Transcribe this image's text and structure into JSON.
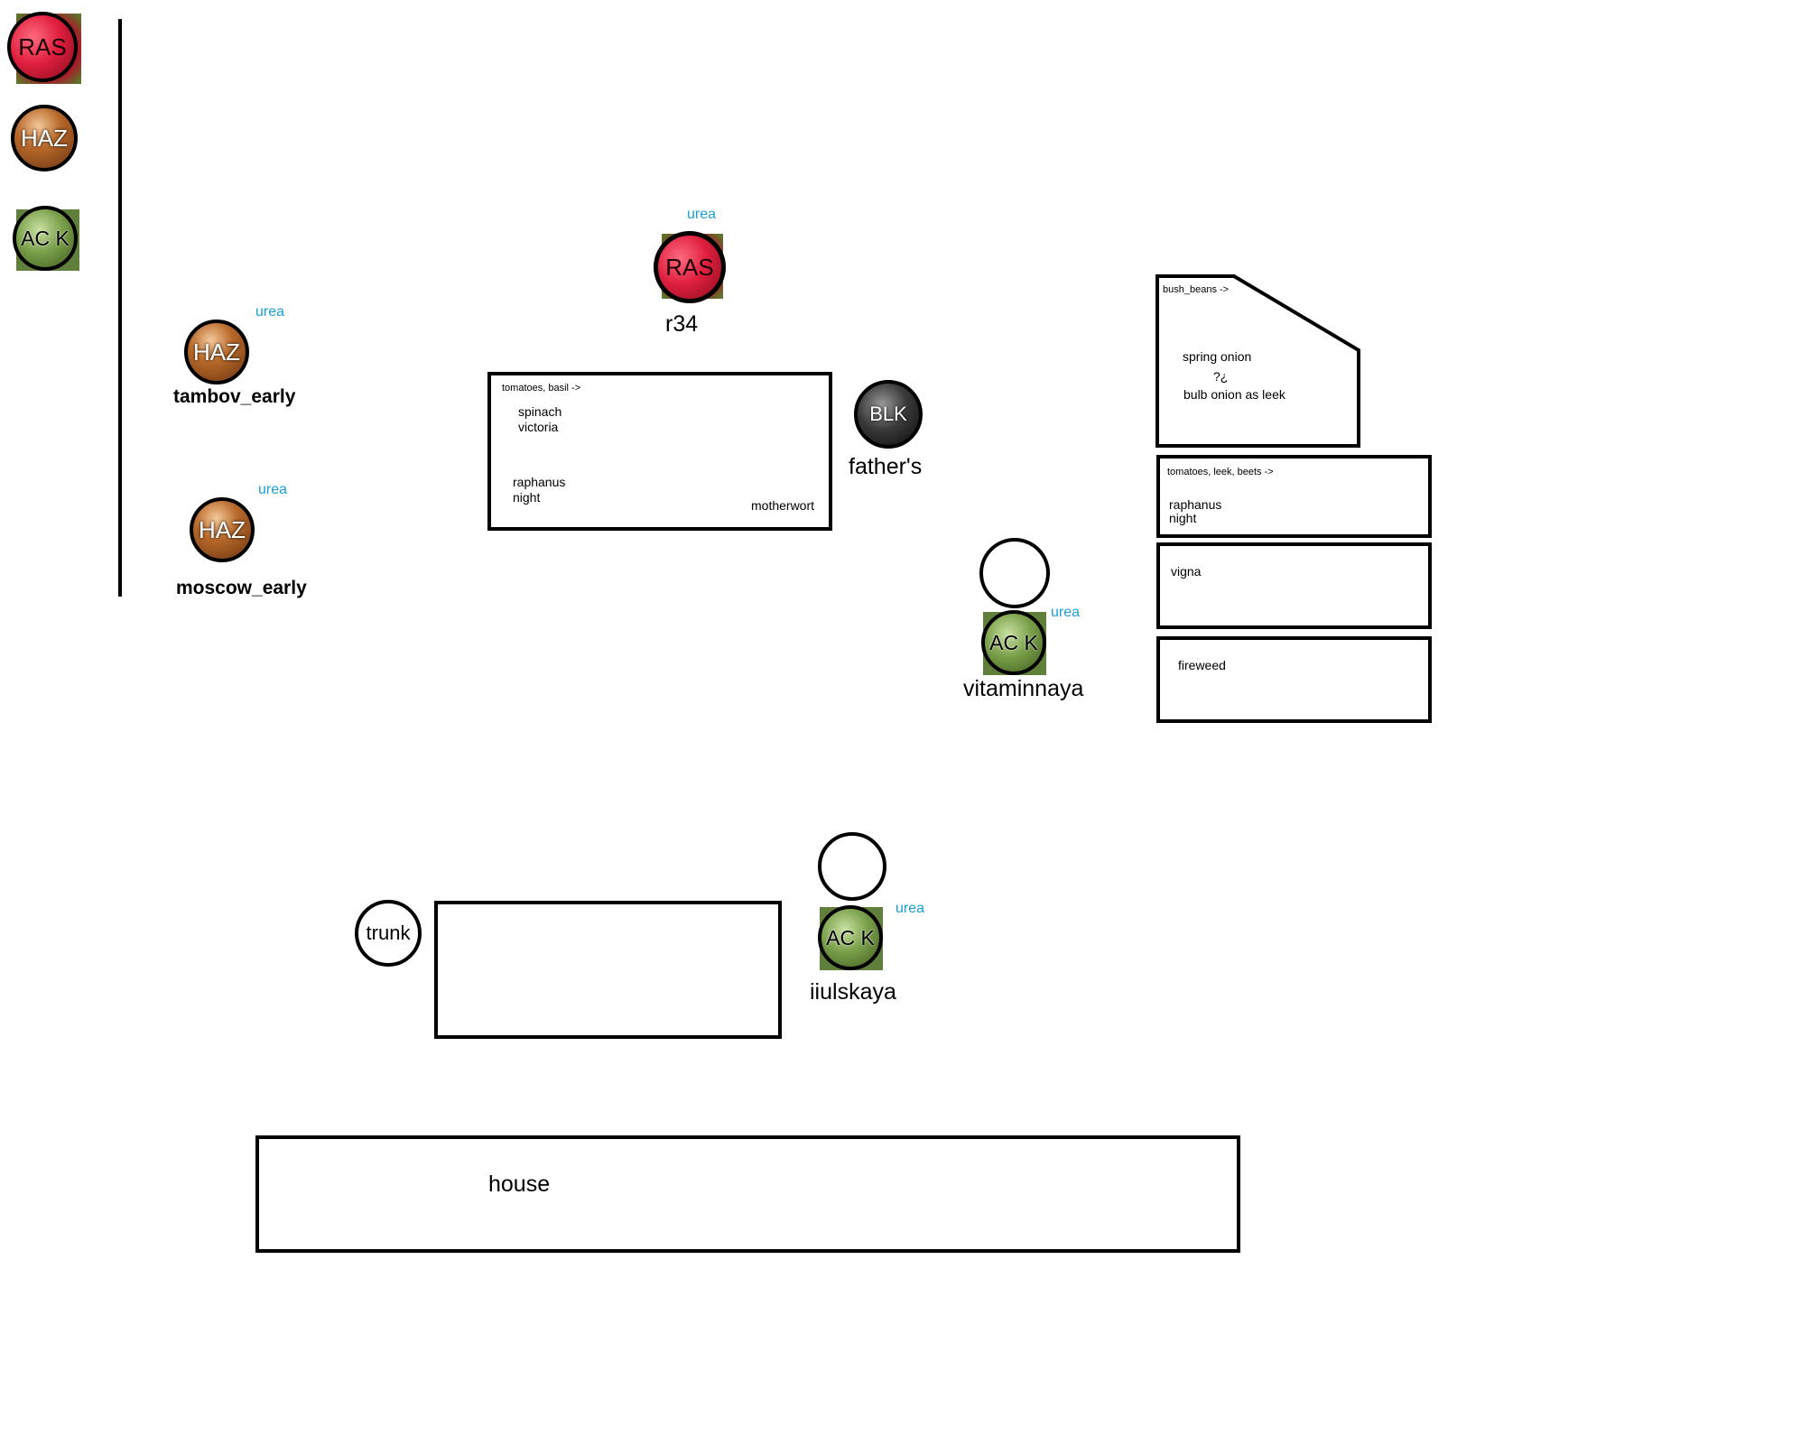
{
  "legend": {
    "ras": "RAS",
    "haz": "HAZ",
    "ack": "AC K"
  },
  "plants": {
    "tambov": {
      "code": "HAZ",
      "name": "tambov_early",
      "fert": "urea"
    },
    "moscow": {
      "code": "HAZ",
      "name": "moscow_early",
      "fert": "urea"
    },
    "r34": {
      "code": "RAS",
      "name": "r34",
      "fert": "urea"
    },
    "fathers": {
      "code": "BLK",
      "name": "father's"
    },
    "vitaminnaya": {
      "code": "AC K",
      "name": "vitaminnaya",
      "fert": "urea"
    },
    "iiulskaya": {
      "code": "AC K",
      "name": "iiulskaya",
      "fert": "urea"
    },
    "trunk": {
      "name": "trunk"
    }
  },
  "beds": {
    "main": {
      "header": "tomatoes, basil ->",
      "line1": "spinach",
      "line2": "victoria",
      "line3": "raphanus",
      "line4": "night",
      "corner": "motherwort"
    },
    "bush": {
      "header": "bush_beans ->",
      "line1": "spring onion",
      "line2": "?¿",
      "line3": "bulb onion as leek"
    },
    "tomleek": {
      "header": "tomatoes, leek, beets ->",
      "line1": "raphanus",
      "line2": "night"
    },
    "vigna": {
      "label": "vigna"
    },
    "fireweed": {
      "label": "fireweed"
    }
  },
  "house": {
    "label": "house"
  },
  "colors": {
    "urea": "#1aa0d8",
    "raspberry": "#e0203f",
    "hazel": "#b8692a",
    "aronia": "#7aa04a",
    "blackberry": "#3a3a3a"
  }
}
